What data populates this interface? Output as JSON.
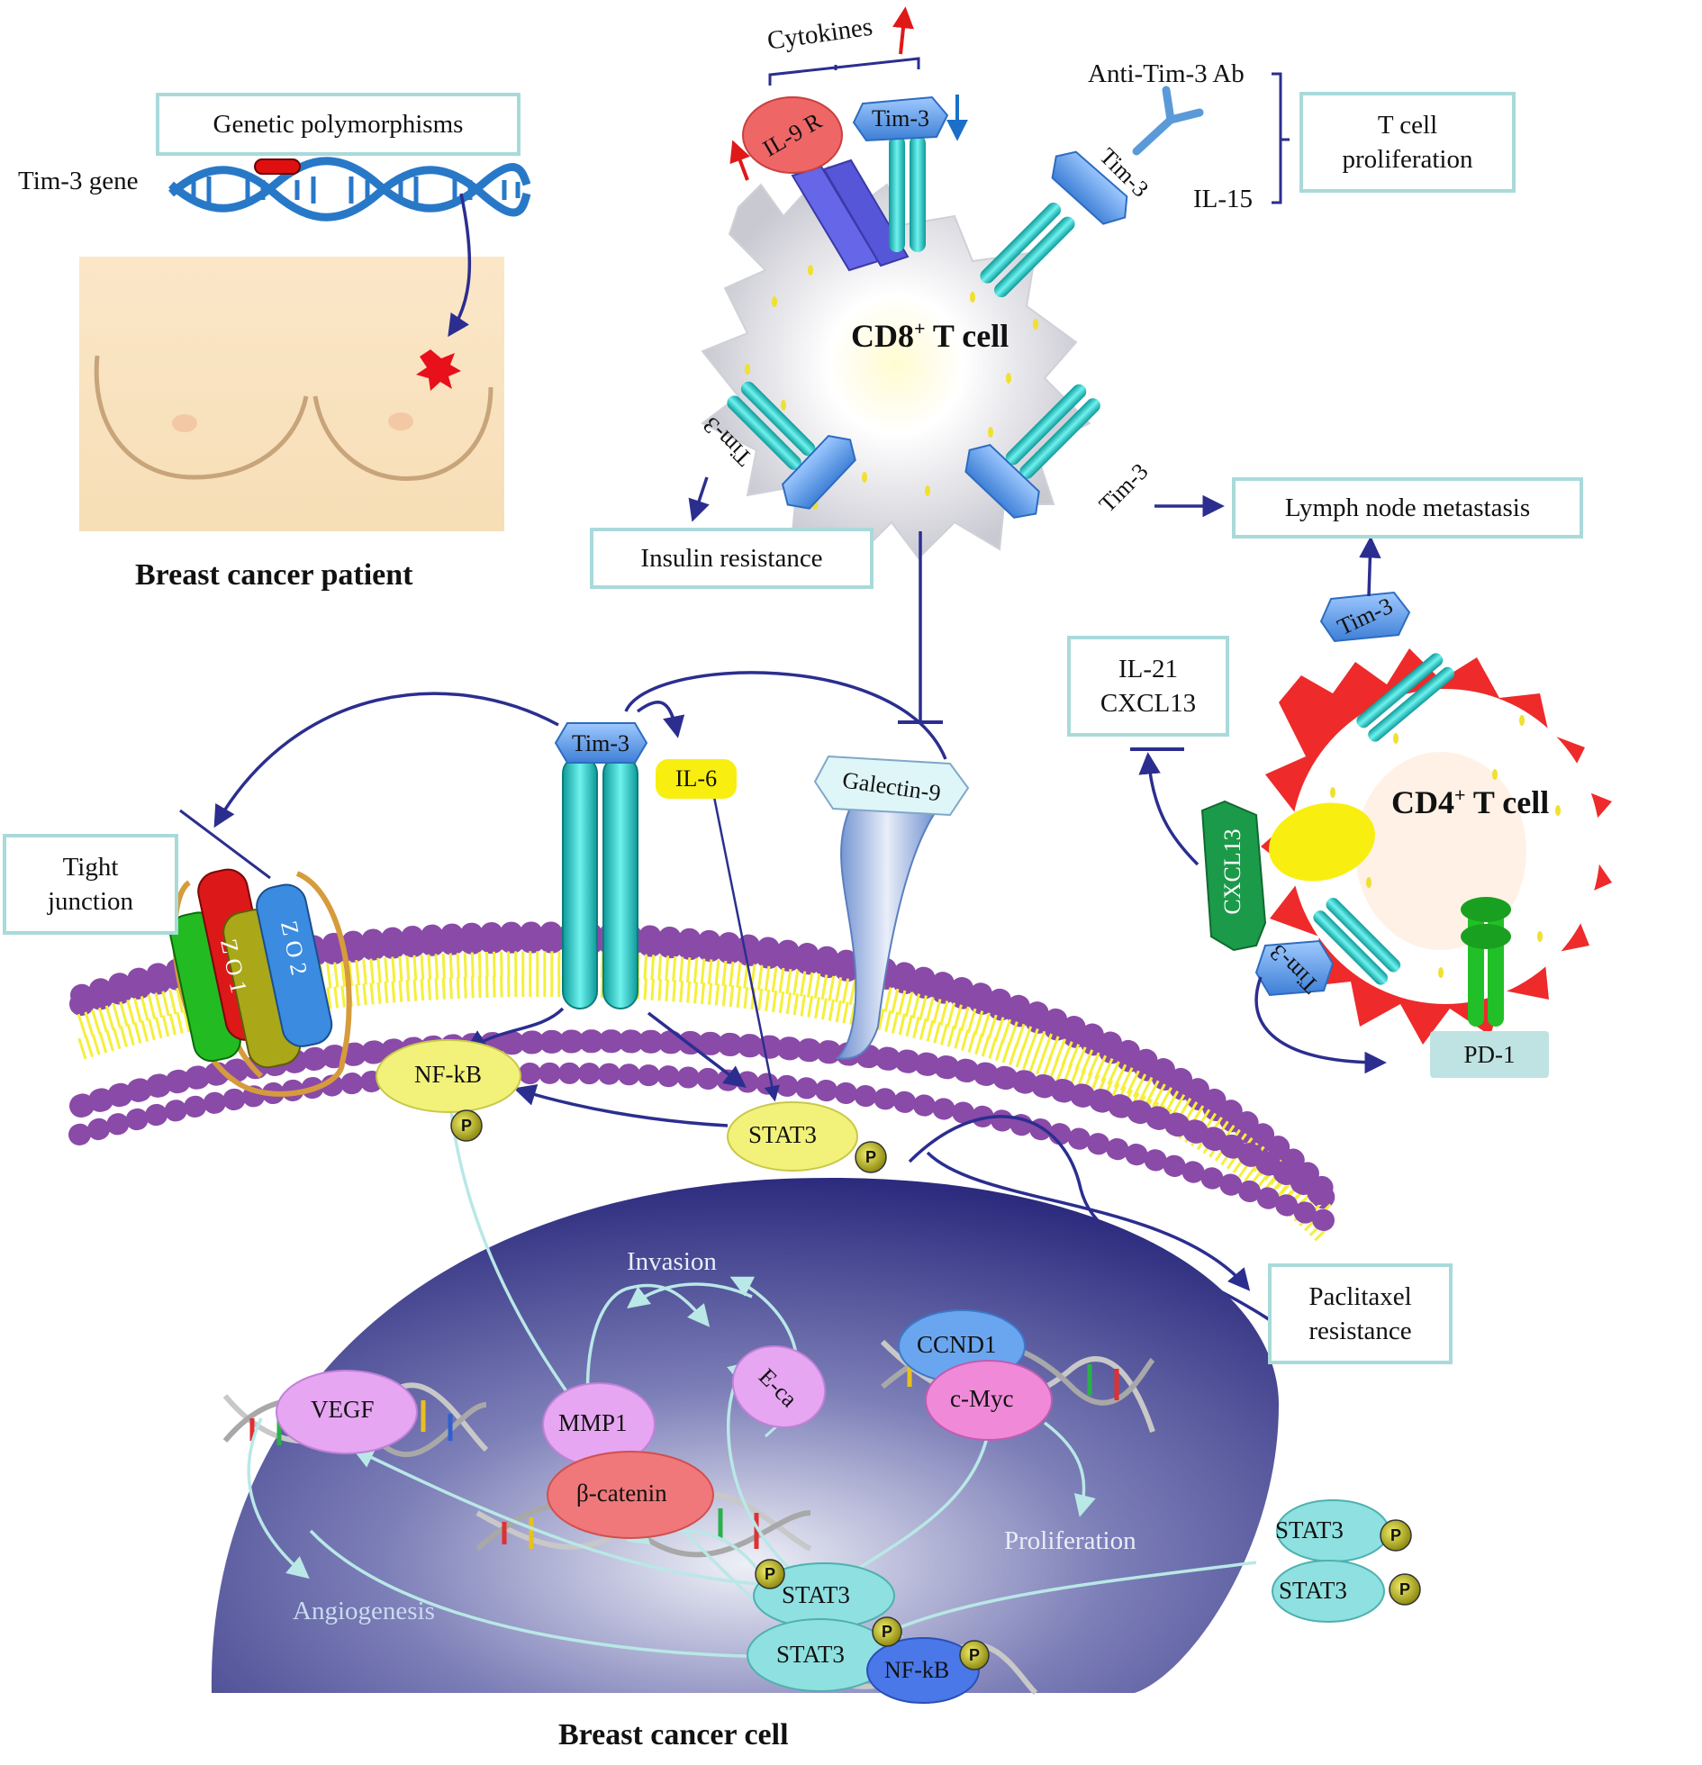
{
  "patient": {
    "genetic_box": "Genetic polymorphisms",
    "gene_label": "Tim-3 gene",
    "caption": "Breast cancer patient"
  },
  "cd8": {
    "title_main": "CD8",
    "title_sup": "+",
    "title_rest": " T cell",
    "cytokines": "Cytokines",
    "il9r": "IL-9 R",
    "tim3": "Tim-3",
    "anti_ab": "Anti-Tim-3 Ab",
    "il15": "IL-15",
    "proliferation_box": "T cell\nproliferation",
    "insulin_box": "Insulin resistance",
    "lymph_box": "Lymph node metastasis"
  },
  "cd4": {
    "title_main": "CD4",
    "title_sup": "+",
    "title_rest": " T cell",
    "il21_box": "IL-21\nCXCL13",
    "cxcl13": "CXCL13",
    "tim3": "Tim-3",
    "pd1": "PD-1"
  },
  "membrane": {
    "tight_box": "Tight\njunction",
    "zo1": "Z O 1",
    "zo2": "Z O 2",
    "tim3": "Tim-3",
    "il6": "IL-6",
    "galectin": "Galectin-9",
    "nfkb": "NF-kB",
    "stat3": "STAT3",
    "p": "P",
    "paclitaxel_box": "Paclitaxel\nresistance"
  },
  "nucleus": {
    "invasion": "Invasion",
    "mmp1": "MMP1",
    "eca": "E-ca",
    "vegf": "VEGF",
    "bcatenin": "β-catenin",
    "ccnd1": "CCND1",
    "cmyc": "c-Myc",
    "proliferation": "Proliferation",
    "angiogenesis": "Angiogenesis",
    "stat3": "STAT3",
    "nfkb": "NF-kB",
    "p": "P"
  },
  "outside_stat3": "STAT3",
  "caption_cell": "Breast cancer cell",
  "colors": {
    "arrow": "#2b2e8f",
    "box_border": "#a9dada",
    "tim3": "#5aa0e8",
    "teal": "#2fc8c8",
    "membrane_purple": "#8a4aa8",
    "membrane_yellow": "#f5ef3a",
    "nucleus": "#3c3b8e",
    "stat3_cyan": "#8fe0e0",
    "cd4_red": "#ee2a2a"
  }
}
